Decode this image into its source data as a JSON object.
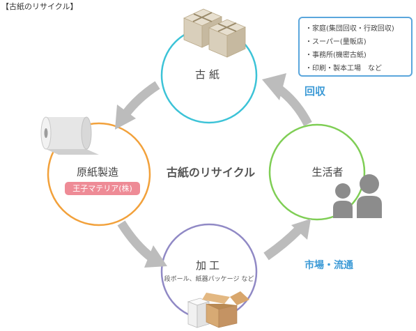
{
  "heading": "【古紙のリサイクル】",
  "center_title": "古紙のリサイクル",
  "nodes": {
    "paper": {
      "label": "古紙",
      "color": "#3cc3d7"
    },
    "consumer": {
      "label": "生活者",
      "color": "#7fce55"
    },
    "manufacturing": {
      "label": "原紙製造",
      "color": "#f2a13b",
      "badge": "王子マテリア(株)",
      "badge_color": "#ee8b96"
    },
    "processing": {
      "label": "加工",
      "sub": "段ボール、紙器パッケージ など",
      "color": "#9089c5"
    }
  },
  "flows": {
    "collect": "回収",
    "market": "市場・流通"
  },
  "sources": [
    "・家庭(集団回収・行政回収)",
    "・スーパー(量販店)",
    "・事務所(機密古紙)",
    "・印刷・製本工場　など"
  ],
  "icons": [
    "paper-bundles-icon",
    "paper-roll-icon",
    "people-icon",
    "cardboard-boxes-icon"
  ],
  "colors": {
    "arrow": "#bcbcbc",
    "accent_blue": "#3c9ad6",
    "box_border": "#5aa6dc"
  }
}
